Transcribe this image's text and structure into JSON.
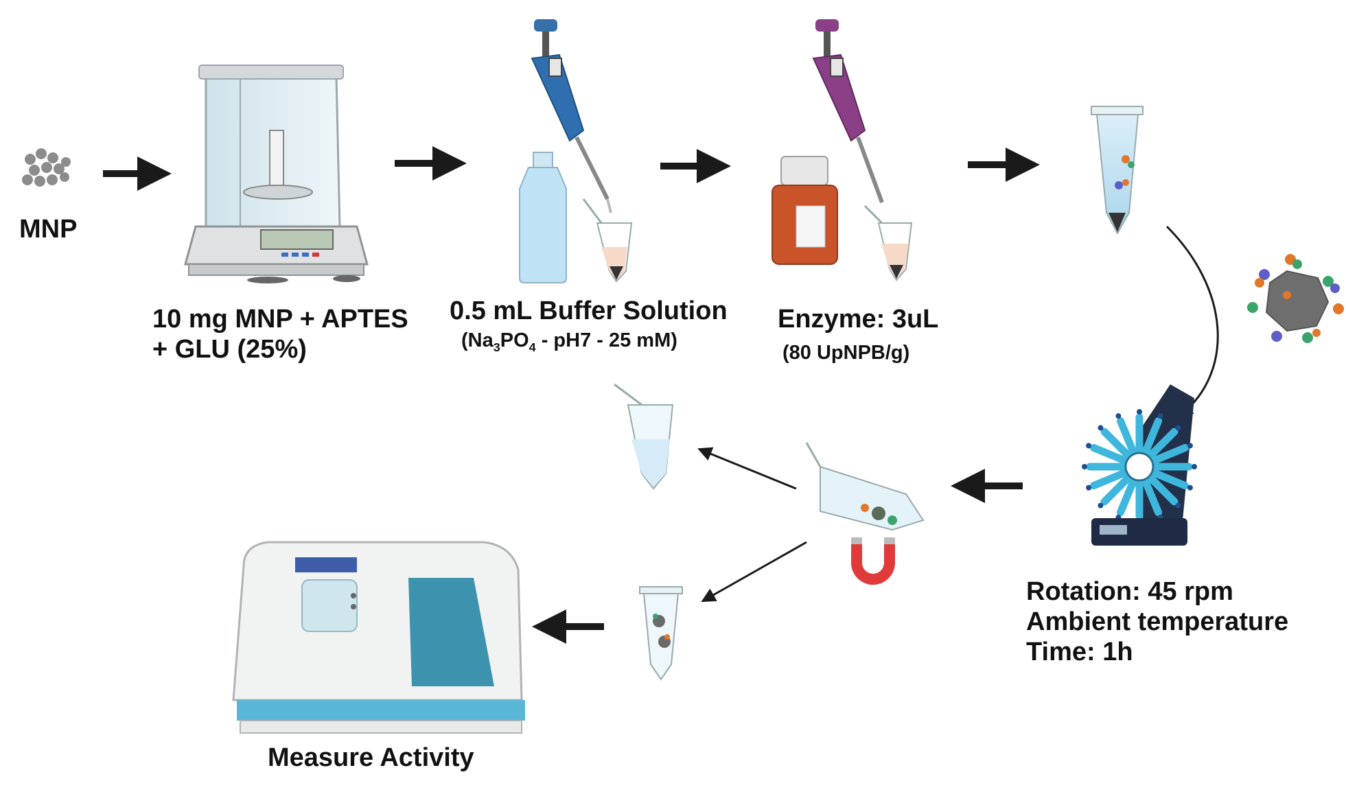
{
  "labels": {
    "mnp": "MNP",
    "weighing_line1": "10 mg MNP + APTES",
    "weighing_line2": "+ GLU (25%)",
    "buffer_title": "0.5 mL Buffer Solution",
    "buffer_sub_prefix": "(Na",
    "buffer_sub_3": "3",
    "buffer_sub_po": "PO",
    "buffer_sub_4": "4",
    "buffer_sub_suffix": " - pH7 - 25 mM)",
    "enzyme_title": "Enzyme: 3uL",
    "enzyme_sub": "(80 UpNPB/g)",
    "rotation_line1": "Rotation: 45 rpm",
    "rotation_line2": "Ambient temperature",
    "rotation_line3": "Time: 1h",
    "measure": "Measure Activity"
  },
  "colors": {
    "arrow": "#1a1a1a",
    "pipette_blue": "#2f6fb0",
    "pipette_purple": "#8a3f86",
    "buffer_blue": "#bfe2f5",
    "enzyme_orange": "#c9542a",
    "magnet_red": "#e03a3a",
    "rotator_cyan": "#3fb6dc",
    "spectro_teal": "#3d93ad"
  }
}
